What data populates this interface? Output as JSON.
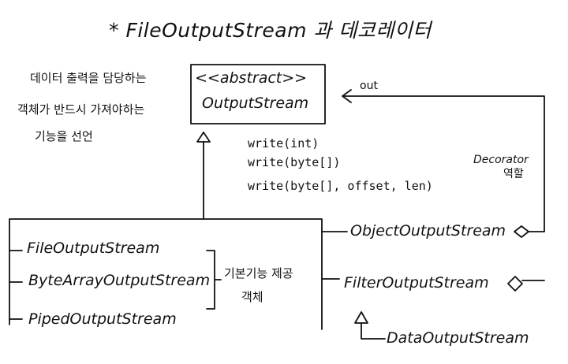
{
  "title": "* FileOutputStream 과 데코레이터",
  "left_note": [
    "데이터 출력을 담당하는",
    "객체가 반드시 가져야하는",
    "기능을 선언"
  ],
  "abstract_class": {
    "stereotype": "<<abstract>>",
    "name": "OutputStream"
  },
  "methods": [
    "write(int)",
    "write(byte[])",
    "write(byte[], offset, len)"
  ],
  "out_label": "out",
  "decorator_note": {
    "en": "Decorator",
    "ko": "역할"
  },
  "basic_streams": [
    "FileOutputStream",
    "ByteArrayOutputStream",
    "PipedOutputStream"
  ],
  "basic_note": [
    "기본기능 제공",
    "객체"
  ],
  "decorators": {
    "object": "ObjectOutputStream",
    "filter": "FilterOutputStream",
    "data": "DataOutputStream"
  }
}
